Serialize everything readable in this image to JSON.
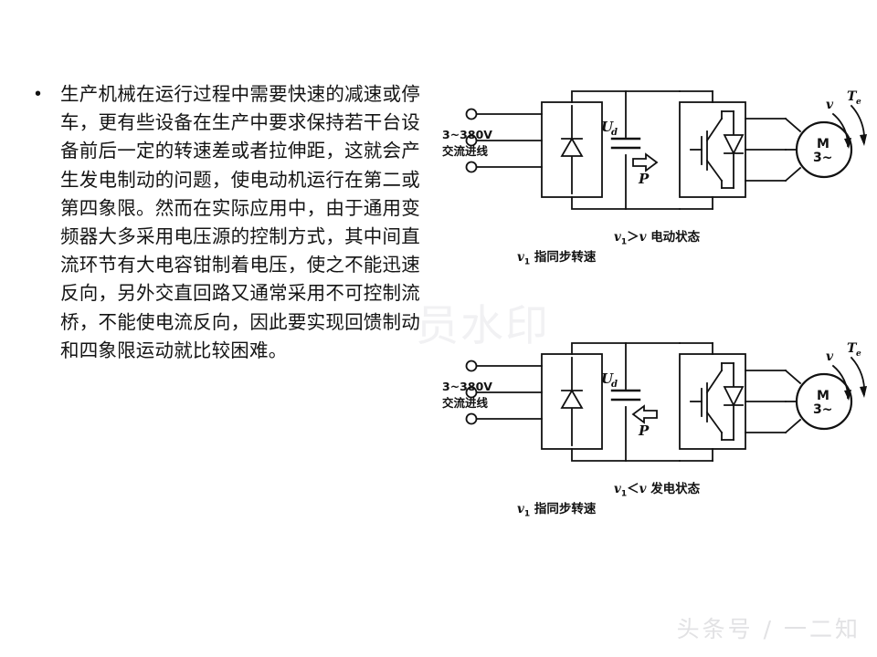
{
  "slide": {
    "background_color": "#ffffff",
    "body": {
      "bullet_glyph": "•",
      "paragraph": "生产机械在运行过程中需要快速的减速或停车，更有些设备在生产中要求保持若干台设备前后一定的转速差或者拉伸距，这就会产生发电制动的问题，使电动机运行在第二或第四象限。然而在实际应用中，由于通用变频器大多采用电压源的控制方式，其中间直流环节有大电容钳制着电压，使之不能迅速反向，另外交直回路又通常采用不可控制流桥，不能使电流反向，因此要实现回馈制动和四象限运动就比较困难。"
    }
  },
  "diagrams": [
    {
      "id": "top",
      "supply_label_line1": "3~380V",
      "supply_label_line2": "交流进线",
      "dc_voltage_label": "U",
      "dc_voltage_sub": "d",
      "power_label": "P",
      "power_arrow_direction": "right",
      "motor_label_line1": "M",
      "motor_label_line2": "3~",
      "speed_label": "v",
      "torque_label": "T",
      "torque_sub": "e",
      "caption_state_prefix": "v",
      "caption_state_sub": "1",
      "caption_state_relation": "＞",
      "caption_state_var": "v",
      "caption_state_text": "电动状态",
      "caption_note_prefix": "v",
      "caption_note_sub": "1",
      "caption_note_text": "指同步转速"
    },
    {
      "id": "bottom",
      "supply_label_line1": "3~380V",
      "supply_label_line2": "交流进线",
      "dc_voltage_label": "U",
      "dc_voltage_sub": "d",
      "power_label": "P",
      "power_arrow_direction": "left",
      "motor_label_line1": "M",
      "motor_label_line2": "3~",
      "speed_label": "v",
      "torque_label": "T",
      "torque_sub": "e",
      "caption_state_prefix": "v",
      "caption_state_sub": "1",
      "caption_state_relation": "＜",
      "caption_state_var": "v",
      "caption_state_text": "发电状态",
      "caption_note_prefix": "v",
      "caption_note_sub": "1",
      "caption_note_text": "指同步转速"
    }
  ],
  "watermarks": {
    "center_text": "员水印",
    "center_color": "#f1f1f3",
    "corner_text": "头条号 / 一二知",
    "corner_color": "#e2e2e4"
  }
}
